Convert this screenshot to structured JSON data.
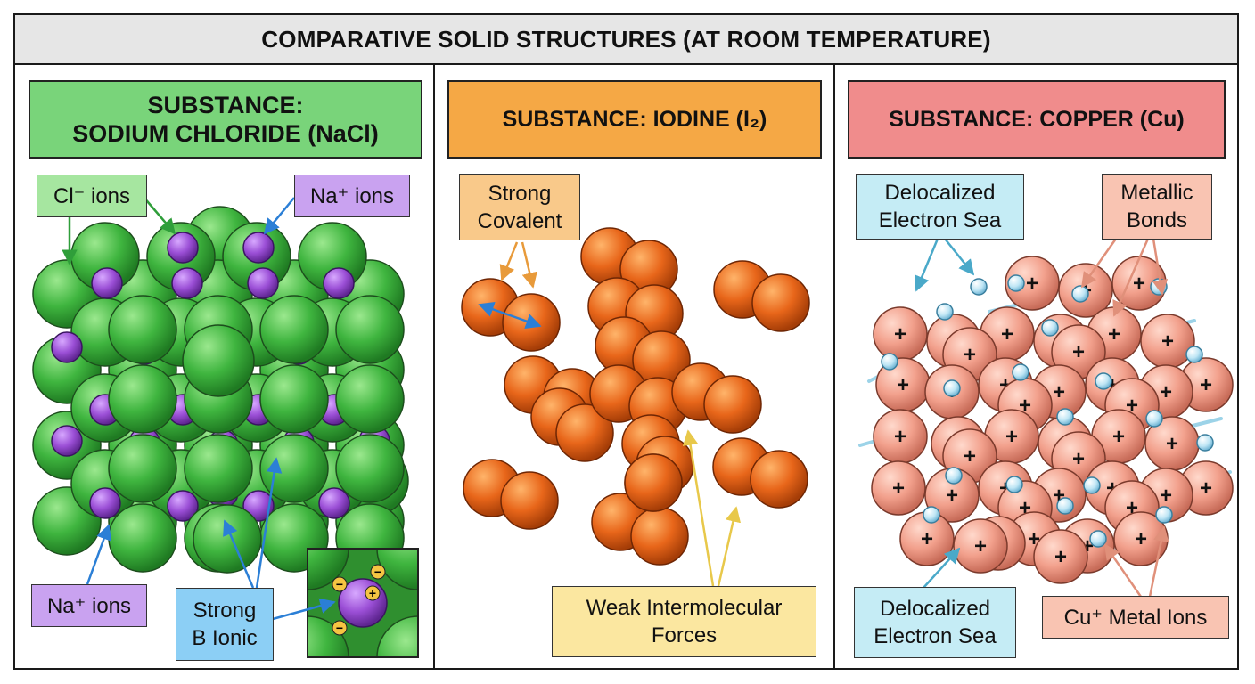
{
  "title": "COMPARATIVE SOLID STRUCTURES (AT ROOM TEMPERATURE)",
  "panels": [
    {
      "header": "SUBSTANCE:\nSODIUM CHLORIDE (NaCl)",
      "header_color": "#79d47a",
      "labels": {
        "cl_ions": "Cl⁻ ions",
        "na_ions_top": "Na⁺ ions",
        "na_ions_bottom": "Na⁺ ions",
        "strong_ionic": "Strong\nB Ionic"
      },
      "inset_charges": {
        "positive": "+",
        "negative": "−"
      }
    },
    {
      "header": "SUBSTANCE: IODINE (I₂)",
      "header_color": "#f5a845",
      "labels": {
        "strong_covalent": "Strong\nCovalent",
        "weak_forces": "Weak Intermolecular\nForces"
      }
    },
    {
      "header": "SUBSTANCE: COPPER (Cu)",
      "header_color": "#f08c8c",
      "labels": {
        "electron_sea_top": "Delocalized\nElectron Sea",
        "metallic_bonds": "Metallic\nBonds",
        "electron_sea_bottom": "Delocalized\nElectron Sea",
        "metal_ions": "Cu⁺ Metal Ions"
      },
      "ion_symbol": "+"
    }
  ],
  "colors": {
    "chloride": "#3fb53f",
    "sodium": "#9b4fd6",
    "iodine": "#e8661a",
    "copper": "#f2a08c",
    "electron": "#bfe6f5",
    "green_label": "#a6e6a0",
    "purple_label": "#c9a2f0",
    "blue_label": "#8ccff5",
    "orange_label": "#f9c98a",
    "yellow_label": "#fbe7a0",
    "cyan_label": "#c5ecf5",
    "salmon_label": "#f9c4b2"
  }
}
